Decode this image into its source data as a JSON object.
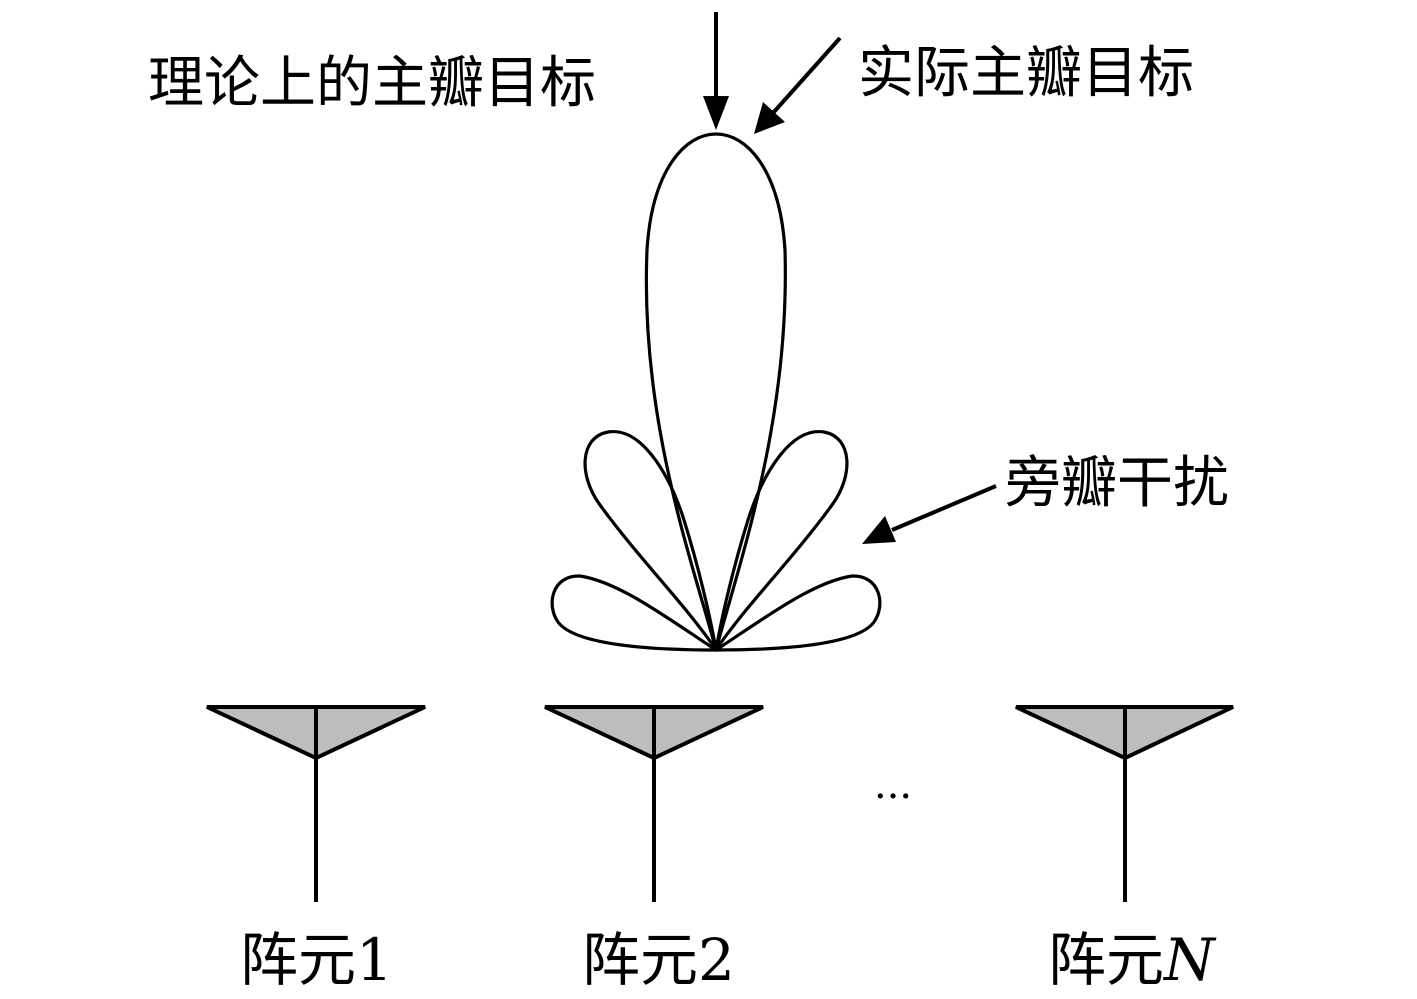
{
  "labels": {
    "theoretical_main_lobe": "理论上的主瓣目标",
    "actual_main_lobe": "实际主瓣目标",
    "sidelobe_interference": "旁瓣干扰",
    "ellipsis": "···"
  },
  "elements": [
    {
      "prefix": "阵元",
      "index": "1",
      "italic": false
    },
    {
      "prefix": "阵元",
      "index": "2",
      "italic": false
    },
    {
      "prefix": "阵元",
      "index": "N",
      "italic": true
    }
  ],
  "colors": {
    "stroke": "#000000",
    "antenna_fill": "#bdbdbd",
    "background": "#ffffff"
  }
}
